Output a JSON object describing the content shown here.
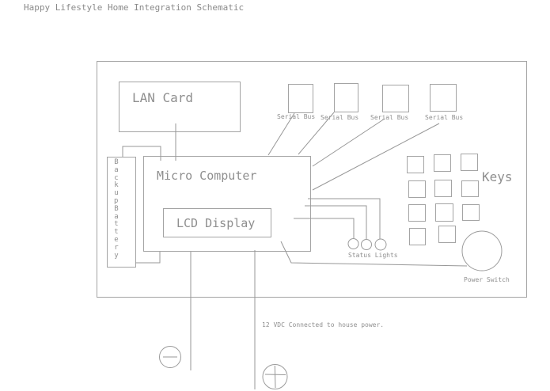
{
  "title": "Happy Lifestyle Home Integration Schematic",
  "colors": {
    "background": "#ffffff",
    "line": "#979797",
    "box_border": "#a4a4a4",
    "text": "#8f8f8f"
  },
  "schematic": {
    "lan_card": {
      "label": "LAN Card"
    },
    "micro_computer": {
      "label": "Micro Computer"
    },
    "lcd_display": {
      "label": "LCD Display"
    },
    "backup_battery": {
      "label": "Backup Battery"
    },
    "serial_buses": {
      "count": 4,
      "labels": [
        "Serial Bus",
        "Serial Bus",
        "Serial Bus",
        "Serial Bus"
      ]
    },
    "keys": {
      "label": "Keys",
      "count": 11
    },
    "status_lights": {
      "label": "Status Lights",
      "count": 3
    },
    "power_switch": {
      "label": "Power Switch"
    },
    "note": "12 VDC Connected to house power.",
    "terminals": {
      "negative_icon": "minus-circle",
      "positive_icon": "plus-circle"
    }
  }
}
